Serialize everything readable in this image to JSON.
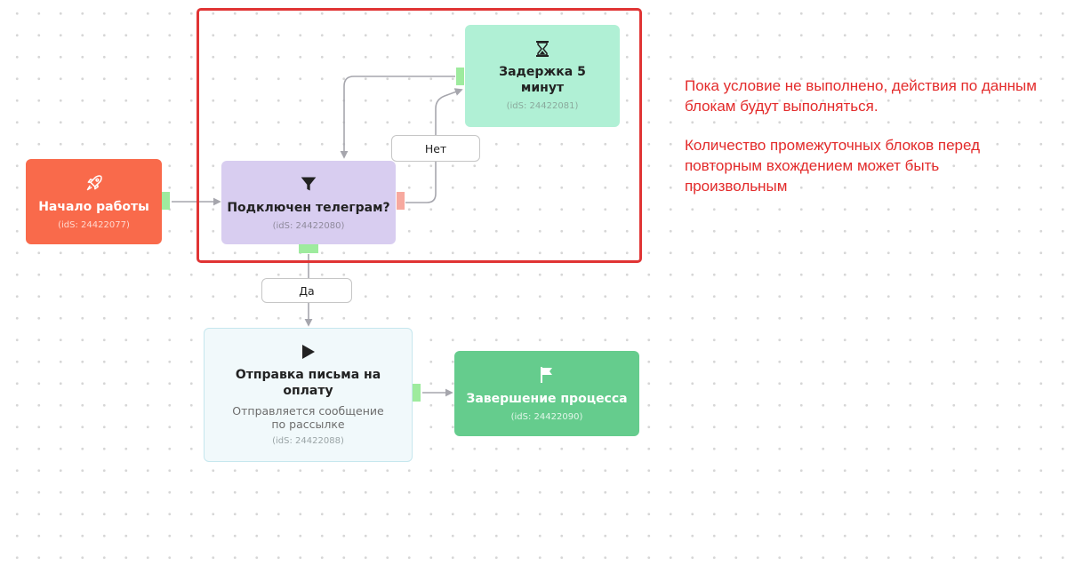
{
  "nodes": {
    "start": {
      "title": "Начало работы",
      "ids": "(idS: 24422077)",
      "icon": "rocket-icon",
      "color": "#f96a4b"
    },
    "condition": {
      "title": "Подключен телеграм?",
      "ids": "(idS: 24422080)",
      "icon": "filter-icon",
      "color": "#d8cdf0"
    },
    "delay": {
      "title": "Задержка 5 минут",
      "ids": "(idS: 24422081)",
      "icon": "hourglass-icon",
      "color": "#b0f0d5"
    },
    "send": {
      "title": "Отправка письма на оплату",
      "description": "Отправляется сообщение по рассылке",
      "ids": "(idS: 24422088)",
      "icon": "play-icon",
      "color": "#f1f9fb"
    },
    "finish": {
      "title": "Завершение процесса",
      "ids": "(idS: 24422090)",
      "icon": "flag-icon",
      "color": "#65cc8d"
    }
  },
  "edges": {
    "no_label": "Нет",
    "yes_label": "Да"
  },
  "annotation": {
    "frame_color": "#e03434",
    "note_1": "Пока условие не выполнено, действия по данным блокам будут выполняться.",
    "note_2": "Количество промежуточных блоков перед повторным вхождением может быть произвольным"
  }
}
